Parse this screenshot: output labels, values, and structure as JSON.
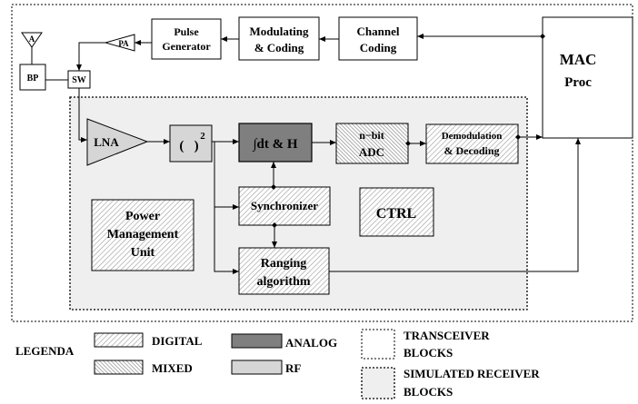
{
  "blocks": {
    "antenna": "A",
    "bandpass": "BP",
    "switch": "SW",
    "power_amp": "PA",
    "pulse_generator": [
      "Pulse",
      "Generator"
    ],
    "modulating_coding": [
      "Modulating",
      "& Coding"
    ],
    "channel_coding": [
      "Channel",
      "Coding"
    ],
    "mac_proc": [
      "MAC",
      "Proc"
    ],
    "lna": "LNA",
    "squarer": "(   )",
    "squarer_exp": "2",
    "integrator": "∫dt & H",
    "adc": [
      "n−bit",
      "ADC"
    ],
    "demodulation": [
      "Demodulation",
      "& Decoding"
    ],
    "synchronizer": "Synchronizer",
    "ctrl": "CTRL",
    "power_management": [
      "Power",
      "Management",
      "Unit"
    ],
    "ranging": [
      "Ranging",
      "algorithm"
    ]
  },
  "legend": {
    "title": "LEGENDA",
    "digital": "DIGITAL",
    "mixed": "MIXED",
    "analog": "ANALOG",
    "rf": "RF",
    "transceiver": [
      "TRANSCEIVER",
      "BLOCKS"
    ],
    "simulated": [
      "SIMULATED RECEIVER",
      "BLOCKS"
    ]
  },
  "colors": {
    "analog": "#7f7f7f",
    "rf": "#d6d6d6",
    "receiver_area": "#efefef",
    "line": "#000000"
  }
}
